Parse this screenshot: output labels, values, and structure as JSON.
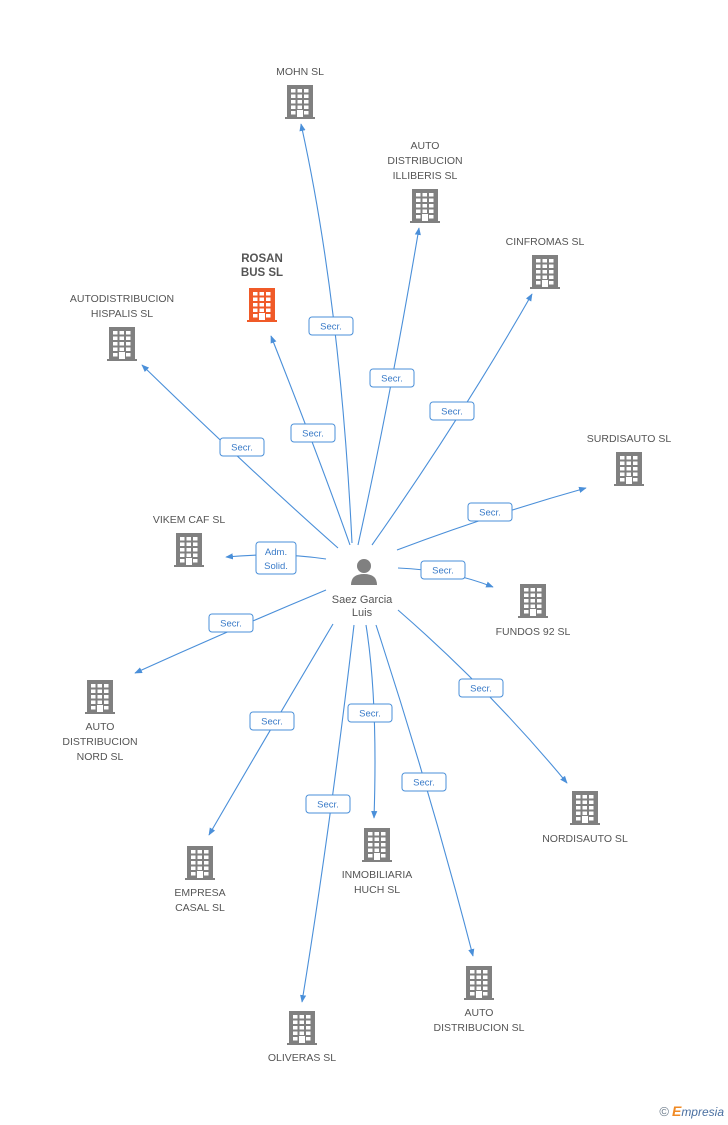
{
  "person": {
    "name_line1": "Saez Garcia",
    "name_line2": "Luis"
  },
  "companies": [
    {
      "id": "mohn",
      "lines": [
        "MOHN SL"
      ],
      "highlight": false,
      "edge": "Secr."
    },
    {
      "id": "illiberis",
      "lines": [
        "AUTO",
        "DISTRIBUCION",
        "ILLIBERIS SL"
      ],
      "highlight": false,
      "edge": "Secr."
    },
    {
      "id": "cinfromas",
      "lines": [
        "CINFROMAS SL"
      ],
      "highlight": false,
      "edge": "Secr."
    },
    {
      "id": "rosan",
      "lines": [
        "ROSAN",
        "BUS SL"
      ],
      "highlight": true,
      "edge": "Secr."
    },
    {
      "id": "hispalis",
      "lines": [
        "AUTODISTRIBUCION",
        "HISPALIS SL"
      ],
      "highlight": false,
      "edge": "Secr."
    },
    {
      "id": "surdisauto",
      "lines": [
        "SURDISAUTO SL"
      ],
      "highlight": false,
      "edge": "Secr."
    },
    {
      "id": "vikem",
      "lines": [
        "VIKEM CAF SL"
      ],
      "highlight": false,
      "edge": "Adm.|Solid."
    },
    {
      "id": "fundos",
      "lines": [
        "FUNDOS 92 SL"
      ],
      "highlight": false,
      "edge": "Secr."
    },
    {
      "id": "nord",
      "lines": [
        "AUTO",
        "DISTRIBUCION",
        "NORD SL"
      ],
      "highlight": false,
      "edge": "Secr."
    },
    {
      "id": "nordisauto",
      "lines": [
        "NORDISAUTO SL"
      ],
      "highlight": false,
      "edge": "Secr."
    },
    {
      "id": "casal",
      "lines": [
        "EMPRESA",
        "CASAL SL"
      ],
      "highlight": false,
      "edge": "Secr."
    },
    {
      "id": "huch",
      "lines": [
        "INMOBILIARIA",
        "HUCH SL"
      ],
      "highlight": false,
      "edge": "Secr."
    },
    {
      "id": "autodist",
      "lines": [
        "AUTO",
        "DISTRIBUCION SL"
      ],
      "highlight": false,
      "edge": "Secr."
    },
    {
      "id": "oliveras",
      "lines": [
        "OLIVERAS SL"
      ],
      "highlight": false,
      "edge": "Secr."
    }
  ],
  "colors": {
    "edge": "#4a8fd9",
    "building": "#808080",
    "highlight": "#f05a28",
    "person": "#808080"
  },
  "brand": {
    "copyright": "©",
    "e": "E",
    "rest": "mpresia"
  }
}
